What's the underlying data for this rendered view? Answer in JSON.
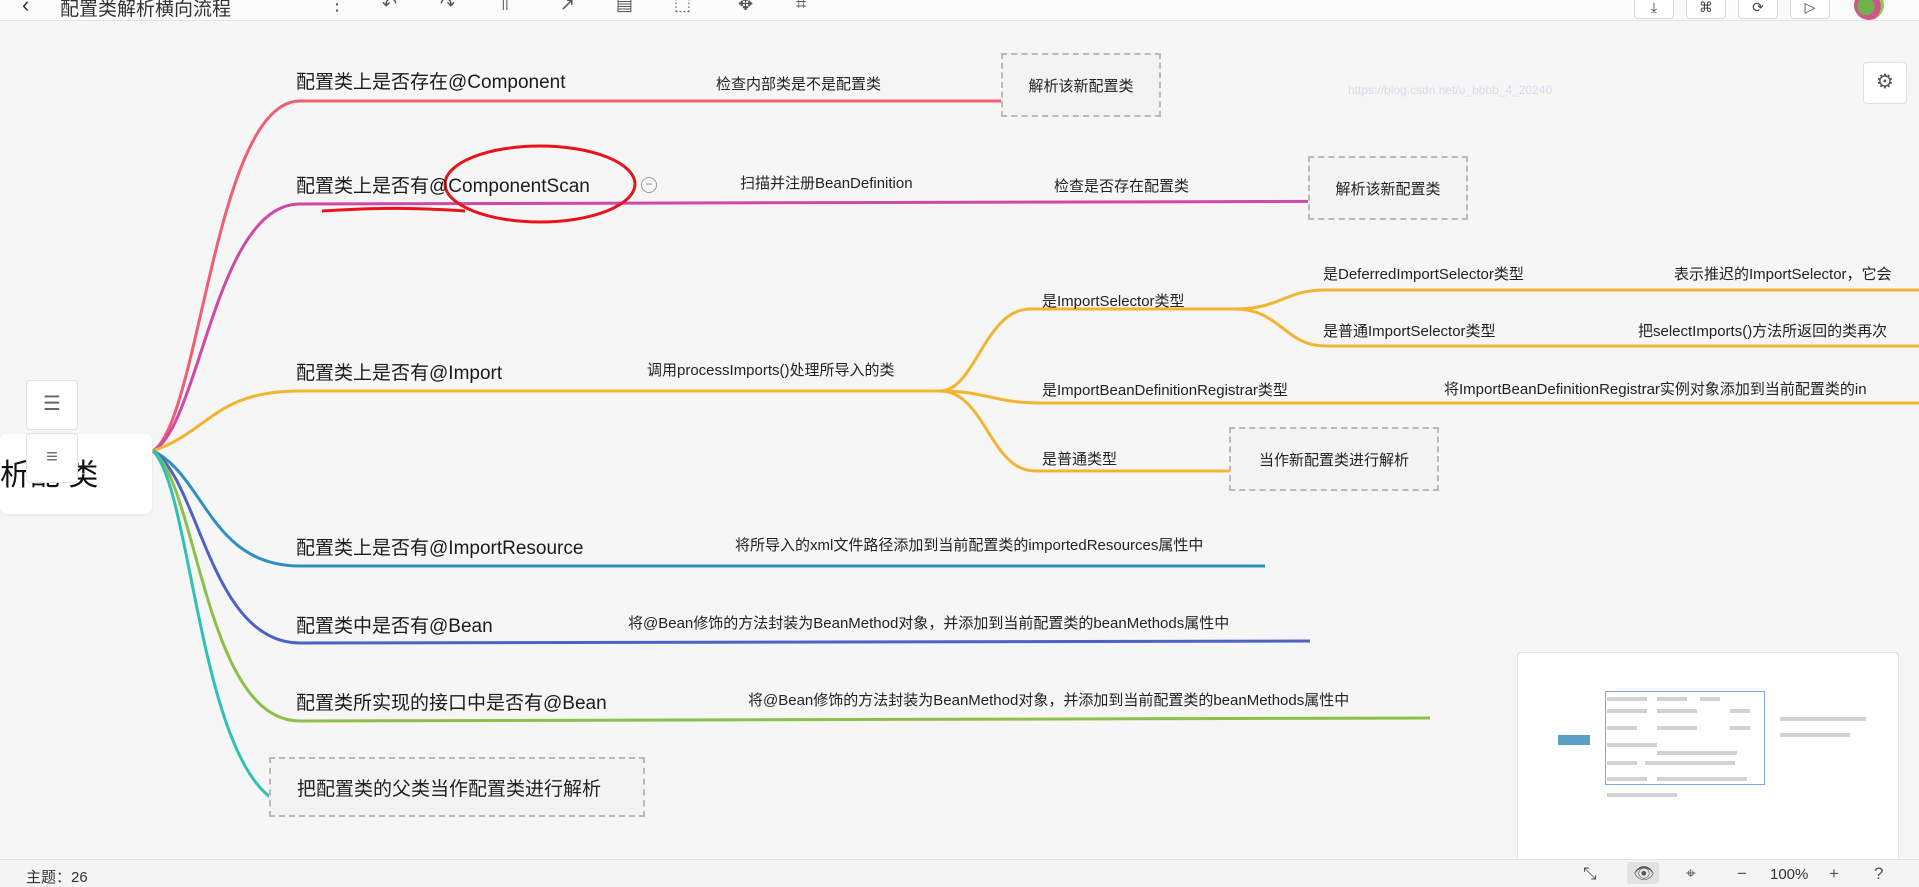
{
  "toolbar": {
    "title": "配置类解析横向流程",
    "back_icon": "‹",
    "more_icon": "⋮",
    "undo_icon": "↶",
    "redo_icon": "↷",
    "format_icon": "⫪",
    "insert_icon": "↗",
    "style_icon": "▤",
    "select_icon": "⬚",
    "pointer_icon": "✥",
    "structure_icon": "⌗",
    "download_icon": "⤓",
    "share_icon": "⌘",
    "link_icon": "⟳",
    "present_icon": "▷"
  },
  "watermark": "https://blog.csdn.net/u_bbbb_4_20240",
  "root": {
    "label": "析配 类"
  },
  "side_buttons": {
    "outline_icon": "☰",
    "list_icon": "≡"
  },
  "settings_icon": "⚙",
  "nodes": {
    "n1": "配置类上是否存在@Component",
    "n1_edge": "检查内部类是不是配置类",
    "n1_box": "解析该新配置类",
    "n2": "配置类上是否有@ComponentScan",
    "n2_collapse": "−",
    "n2_edge1": "扫描并注册BeanDefinition",
    "n2_edge2": "检查是否存在配置类",
    "n2_box": "解析该新配置类",
    "n3": "配置类上是否有@Import",
    "n3_edge": "调用processImports()处理所导入的类",
    "n3a": "是ImportSelector类型",
    "n3a1": "是DeferredImportSelector类型",
    "n3a1_desc": "表示推迟的ImportSelector，它会",
    "n3a2": "是普通ImportSelector类型",
    "n3a2_desc": "把selectImports()方法所返回的类再次",
    "n3b": "是ImportBeanDefinitionRegistrar类型",
    "n3b_desc": "将ImportBeanDefinitionRegistrar实例对象添加到当前配置类的in",
    "n3c": "是普通类型",
    "n3c_box": "当作新配置类进行解析",
    "n4": "配置类上是否有@ImportResource",
    "n4_edge": "将所导入的xml文件路径添加到当前配置类的importedResources属性中",
    "n5": "配置类中是否有@Bean",
    "n5_edge": "将@Bean修饰的方法封装为BeanMethod对象，并添加到当前配置类的beanMethods属性中",
    "n6": "配置类所实现的接口中是否有@Bean",
    "n6_edge": "将@Bean修饰的方法封装为BeanMethod对象，并添加到当前配置类的beanMethods属性中",
    "n7": "把配置类的父类当作配置类进行解析"
  },
  "colors": {
    "red": "#ef5f73",
    "magenta": "#cf4aa6",
    "orange": "#f2b431",
    "blue": "#2f8fc2",
    "indigo": "#4d63c3",
    "green": "#8dbf4b",
    "teal": "#2fc1b5",
    "annotation": "#e8141c"
  },
  "status": {
    "topic_count": "主题：26",
    "fit_icon": "⤡",
    "eye_icon": "👁",
    "locate_icon": "⌖",
    "zoom_out": "−",
    "zoom": "100%",
    "zoom_in": "+",
    "help_icon": "?"
  }
}
